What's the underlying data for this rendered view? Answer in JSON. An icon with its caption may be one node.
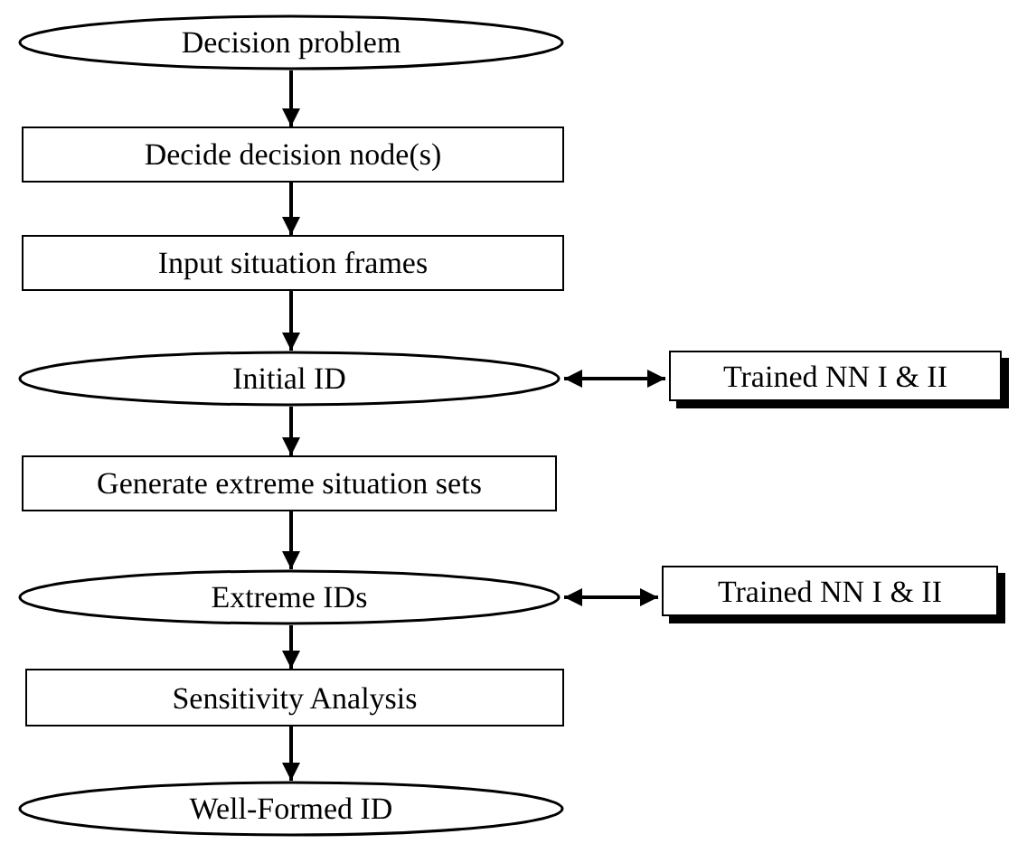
{
  "diagram": {
    "nodes": [
      {
        "text": [
          "Decision problem"
        ]
      },
      {
        "text": [
          "Decide decision node(s)"
        ]
      },
      {
        "text": [
          "Input situation frames"
        ]
      },
      {
        "text": [
          "Initial ID"
        ]
      },
      {
        "text": [
          "Trained NN I & II"
        ]
      },
      {
        "text": [
          "Generate extreme situation sets"
        ]
      },
      {
        "text": [
          "Extreme IDs"
        ]
      },
      {
        "text": [
          "Trained NN I & II"
        ]
      },
      {
        "text": [
          "Sensitivity Analysis"
        ]
      },
      {
        "text": [
          "Well-Formed ID"
        ]
      }
    ],
    "edges": [
      {
        "from": 0,
        "to": 1,
        "arrow": "to"
      },
      {
        "from": 1,
        "to": 2,
        "arrow": "to"
      },
      {
        "from": 2,
        "to": 3,
        "arrow": "to"
      },
      {
        "from": 3,
        "to": 4,
        "arrow": "both"
      },
      {
        "from": 3,
        "to": 5,
        "arrow": "to"
      },
      {
        "from": 5,
        "to": 6,
        "arrow": "to"
      },
      {
        "from": 6,
        "to": 7,
        "arrow": "both"
      },
      {
        "from": 6,
        "to": 8,
        "arrow": "to"
      },
      {
        "from": 8,
        "to": 9,
        "arrow": "to"
      }
    ]
  }
}
